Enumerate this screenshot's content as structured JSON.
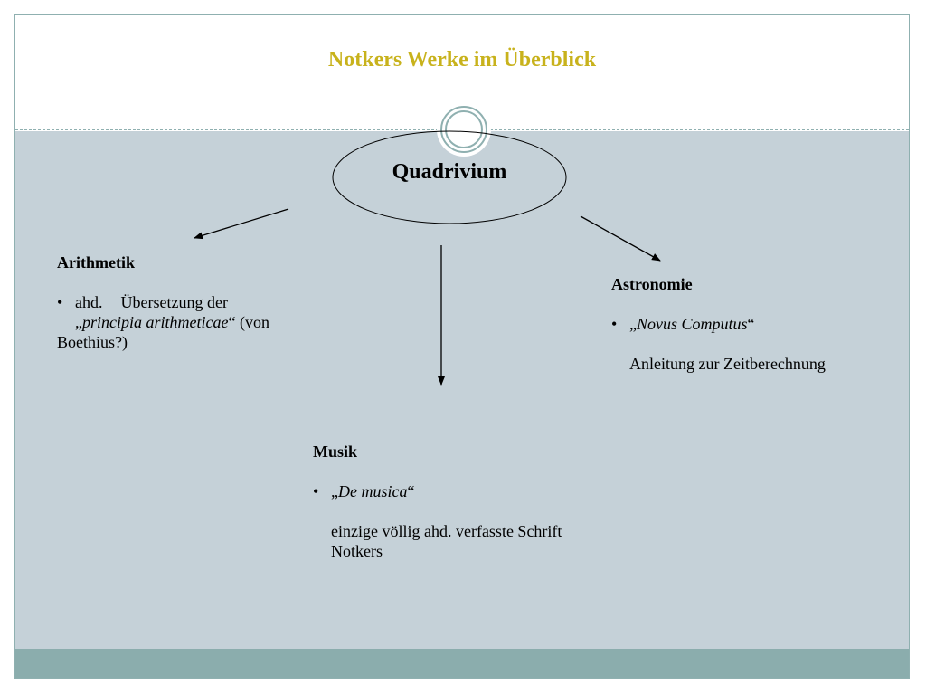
{
  "title": "Notkers Werke im Überblick",
  "center": {
    "label": "Quadrivium"
  },
  "arithmetik": {
    "heading": "Arithmetik",
    "bullet": "•",
    "line1_a": "ahd.",
    "line1_b": "Übersetzung der",
    "line2_open": "„",
    "line2_italic": "principia  arithmeticae",
    "line2_close": "“ (von",
    "line3": "Boethius?)"
  },
  "astronomie": {
    "heading": "Astronomie",
    "bullet": "•",
    "work_open": "„",
    "work_italic": "Novus Computus",
    "work_close": "“",
    "description": "Anleitung zur Zeitberechnung"
  },
  "musik": {
    "heading": "Musik",
    "bullet": "•",
    "work_open": "„",
    "work_italic": "De musica",
    "work_close": "“",
    "description_line1": "einzige völlig ahd. verfasste Schrift",
    "description_line2": "Notkers"
  },
  "colors": {
    "title": "#c8b21c",
    "content_background": "#c5d1d8",
    "footer_band": "#8badad",
    "border": "#8fb0b0"
  }
}
